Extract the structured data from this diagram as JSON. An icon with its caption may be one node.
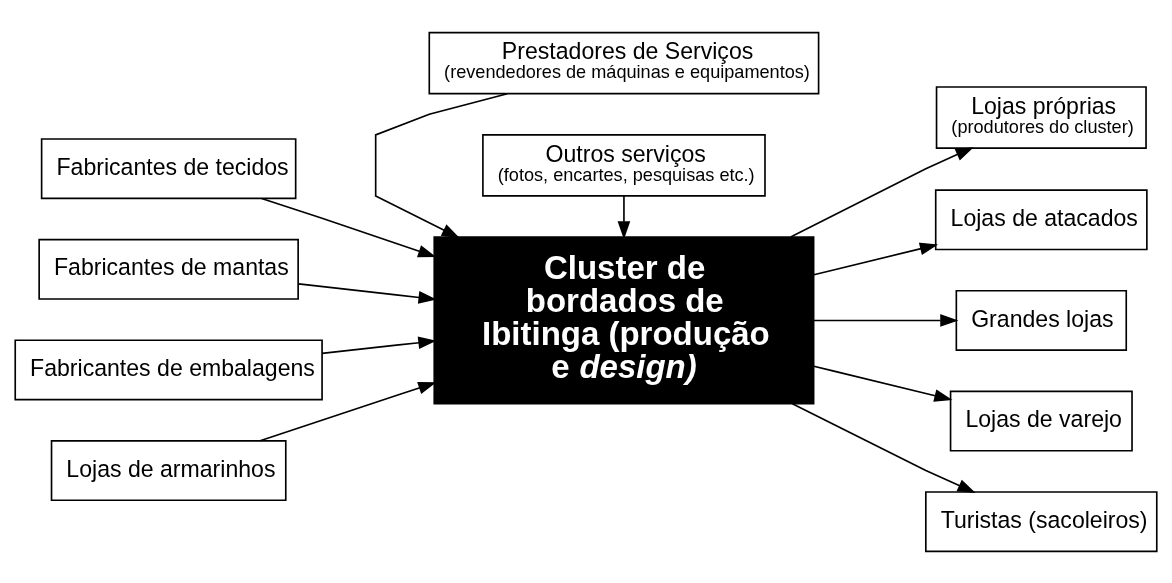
{
  "diagram": {
    "nodes": [
      {
        "text": [
          "Fabricantes de tecidos"
        ]
      },
      {
        "text": [
          "Fabricantes de mantas"
        ]
      },
      {
        "text": [
          "Fabricantes de embalagens"
        ]
      },
      {
        "text": [
          "Lojas de armarinhos"
        ]
      },
      {
        "text": [
          "Prestadores de Serviços",
          "(revendedores de máquinas e equipamentos)"
        ]
      },
      {
        "text": [
          "Cluster de bordados de Ibitinga (produção e *design)*"
        ]
      },
      {
        "text": [
          "Outros serviços",
          "(fotos, encartes, pesquisas etc.)"
        ]
      },
      {
        "text": [
          "Lojas próprias",
          "(produtores do cluster)"
        ]
      },
      {
        "text": [
          "Lojas de atacados"
        ]
      },
      {
        "text": [
          "Grandes lojas"
        ]
      },
      {
        "text": [
          "Lojas de varejo"
        ]
      },
      {
        "text": [
          "Turistas (sacoleiros)"
        ]
      }
    ],
    "edges": [
      {
        "from": 0,
        "to": 5,
        "arrow": "to"
      },
      {
        "from": 1,
        "to": 5,
        "arrow": "to"
      },
      {
        "from": 2,
        "to": 5,
        "arrow": "to"
      },
      {
        "from": 3,
        "to": 5,
        "arrow": "to"
      },
      {
        "from": 4,
        "to": 5,
        "arrow": "to"
      },
      {
        "from": 6,
        "to": 5,
        "arrow": "to"
      },
      {
        "from": 5,
        "to": 7,
        "arrow": "to"
      },
      {
        "from": 5,
        "to": 8,
        "arrow": "to"
      },
      {
        "from": 5,
        "to": 9,
        "arrow": "to"
      },
      {
        "from": 5,
        "to": 10,
        "arrow": "to"
      },
      {
        "from": 5,
        "to": 11,
        "arrow": "to"
      }
    ]
  }
}
